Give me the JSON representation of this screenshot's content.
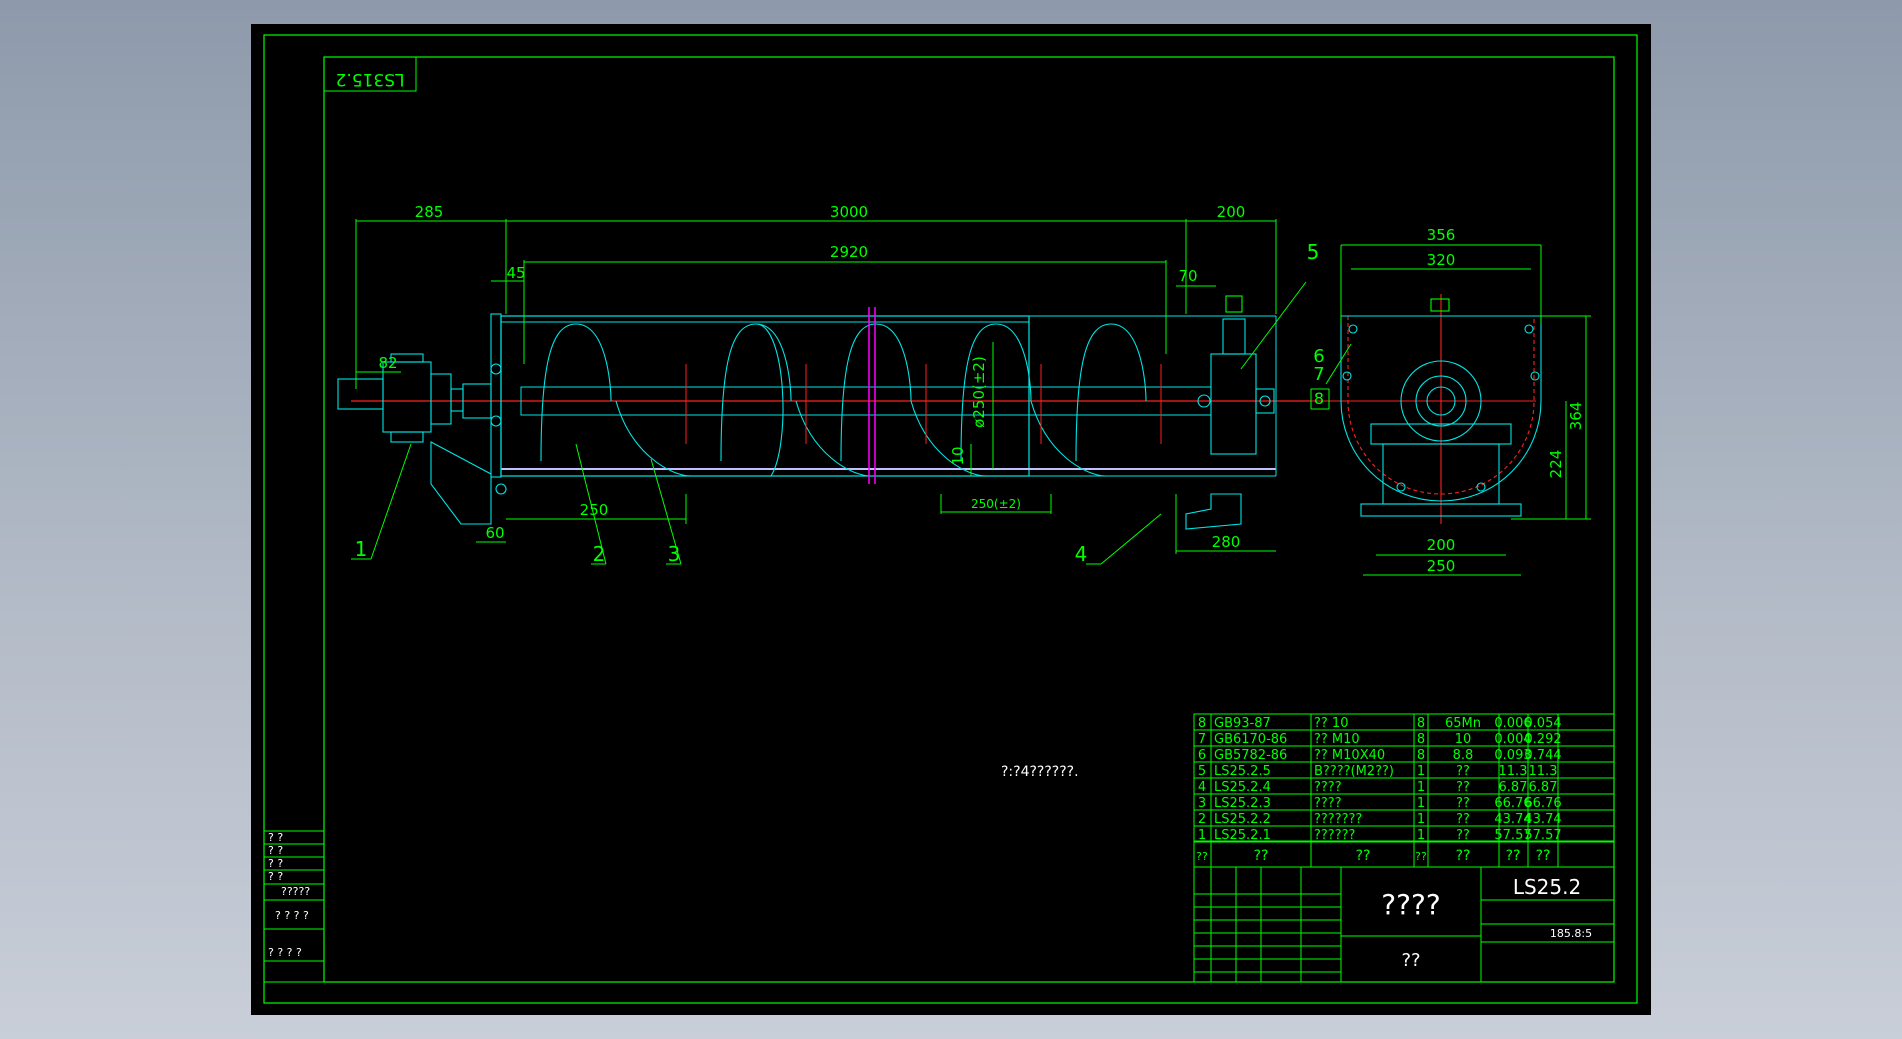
{
  "title_block": {
    "drawing_no": "LS25.2",
    "rotated_no": "LS315.2",
    "name": "????",
    "material": "??",
    "note": "?:?4??????.",
    "weight_scale": "185.8:5",
    "header": [
      "??",
      "??",
      "??",
      "??",
      "??",
      "??",
      "??"
    ]
  },
  "bom": [
    {
      "no": "8",
      "code": "GB93-87",
      "name": "?? 10",
      "qty": "8",
      "mat": "65Mn",
      "w1": "0.006",
      "w2": "0.054"
    },
    {
      "no": "7",
      "code": "GB6170-86",
      "name": "?? M10",
      "qty": "8",
      "mat": "10",
      "w1": "0.004",
      "w2": "0.292"
    },
    {
      "no": "6",
      "code": "GB5782-86",
      "name": "?? M10X40",
      "qty": "8",
      "mat": "8.8",
      "w1": "0.093",
      "w2": "0.744"
    },
    {
      "no": "5",
      "code": "LS25.2.5",
      "name": "B????(M2??)",
      "qty": "1",
      "mat": "??",
      "w1": "11.3",
      "w2": "11.3"
    },
    {
      "no": "4",
      "code": "LS25.2.4",
      "name": "????",
      "qty": "1",
      "mat": "??",
      "w1": "6.87",
      "w2": "6.87"
    },
    {
      "no": "3",
      "code": "LS25.2.3",
      "name": "????",
      "qty": "1",
      "mat": "??",
      "w1": "66.76",
      "w2": "66.76"
    },
    {
      "no": "2",
      "code": "LS25.2.2",
      "name": "???????",
      "qty": "1",
      "mat": "??",
      "w1": "43.74",
      "w2": "43.74"
    },
    {
      "no": "1",
      "code": "LS25.2.1",
      "name": "??????",
      "qty": "1",
      "mat": "??",
      "w1": "57.57",
      "w2": "57.57"
    }
  ],
  "left_side_labels": [
    "? ?",
    "? ?",
    "? ?",
    "? ?",
    "?????",
    "? ? ? ?",
    "? ? ?  ?"
  ],
  "dimensions": {
    "overall": "3000",
    "left": "285",
    "right": "200",
    "inner": "2920",
    "d45": "45",
    "d70": "70",
    "d82": "82",
    "d250": "250",
    "d60": "60",
    "d280": "280",
    "pitch": "250(±2)",
    "d10": "10",
    "diameter": "ø250(±2)",
    "side_w": "356",
    "side_w2": "320",
    "side_h": "364",
    "side_h2": "224",
    "base_w": "200",
    "base_w2": "250"
  },
  "part_labels": [
    "1",
    "2",
    "3",
    "4",
    "5",
    "6",
    "7",
    "8"
  ],
  "colors": {
    "frame": "#00ff00",
    "line": "#00e5e5",
    "center": "#ff2020",
    "magenta": "#ff00ff",
    "dim": "#7CFC00"
  }
}
